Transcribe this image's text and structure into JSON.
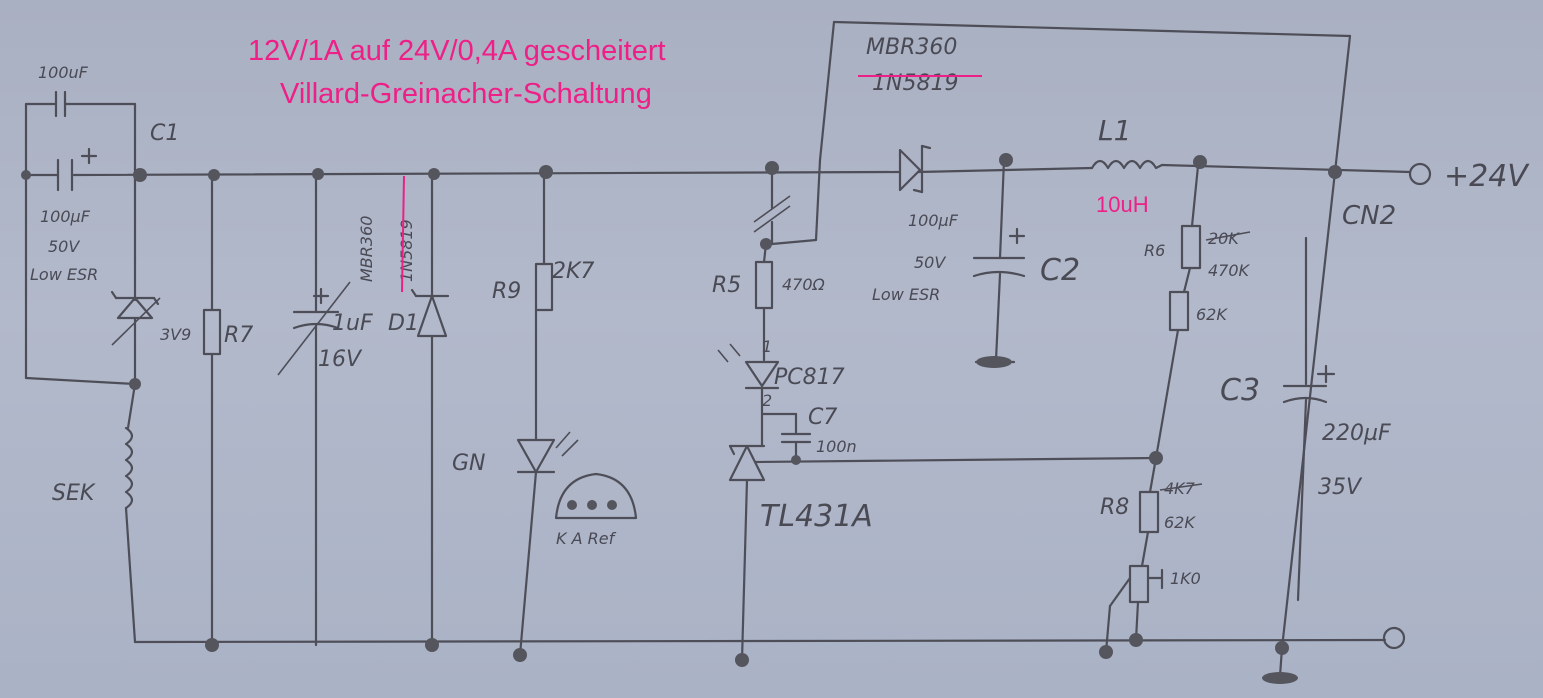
{
  "title_line1": "12V/1A auf 24V/0,4A gescheitert",
  "title_line2": "Villard-Greinacher-Schaltung",
  "components": {
    "c_top": "100uF",
    "c1_name": "C1",
    "c1_val1": "100µF",
    "c1_val2": "50V",
    "c1_val3": "Low ESR",
    "zener_val": "3V9",
    "r7": "R7",
    "c_1uf": "1uF",
    "c_1uf_v": "16V",
    "d1": "D1",
    "d1_part_new": "MBR360",
    "d1_part_old": "1N5819",
    "r9": "R9",
    "r9_val": "2K7",
    "gn": "GN",
    "pinout": "K A Ref",
    "r5": "R5",
    "r5_val": "470Ω",
    "opto_pin1": "1",
    "opto": "PC817",
    "opto_pin2": "2",
    "c7": "C7",
    "c7_val": "100n",
    "tl431": "TL431A",
    "diode_top_new": "MBR360",
    "diode_top_old": "1N5819",
    "c2_val1": "100µF",
    "c2_val2": "50V",
    "c2_val3": "Low ESR",
    "c2": "C2",
    "l1": "L1",
    "l1_val": "10uH",
    "r6": "R6",
    "r6_old": "20K",
    "r6_val": "470K",
    "r6b_val": "62K",
    "r8": "R8",
    "r8_old": "4K7",
    "r8_val": "62K",
    "pot_val": "1K0",
    "sek": "SEK",
    "cn2": "CN2",
    "out": "+24V",
    "c3": "C3",
    "c3_val": "220µF",
    "c3_v": "35V"
  }
}
